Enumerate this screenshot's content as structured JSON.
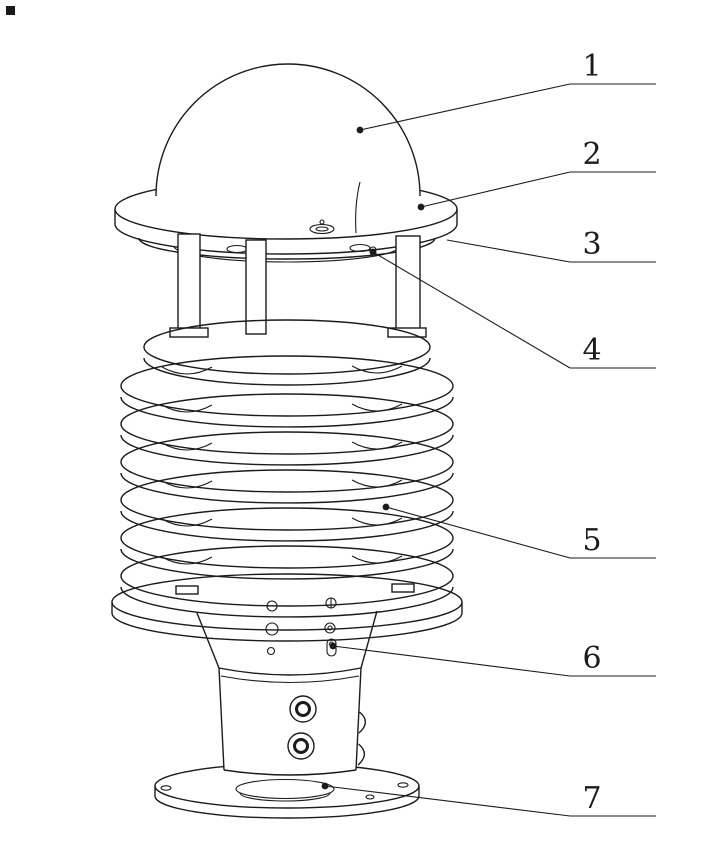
{
  "figure": {
    "background": "#ffffff",
    "line_color": "#1b1b1b",
    "callouts": [
      {
        "label": "1"
      },
      {
        "label": "2"
      },
      {
        "label": "3"
      },
      {
        "label": "4"
      },
      {
        "label": "5"
      },
      {
        "label": "6"
      },
      {
        "label": "7"
      }
    ]
  }
}
